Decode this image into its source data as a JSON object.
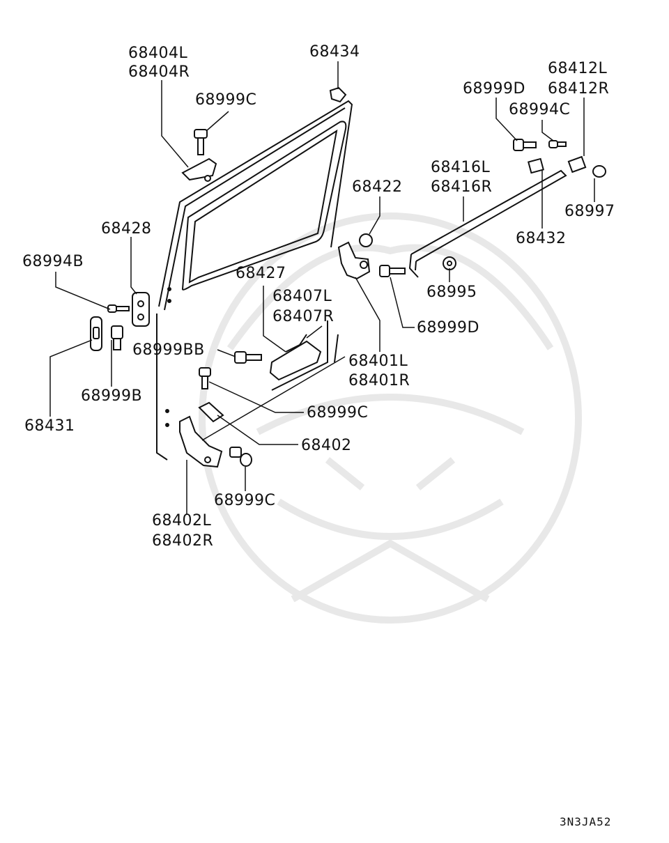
{
  "diagram_code": "3N3JA52",
  "colors": {
    "ink": "#111111",
    "watermark": "#e6e6e6"
  },
  "parts": {
    "p68404": [
      "68404L",
      "68404R"
    ],
    "p68434": "68434",
    "p68999C_top": "68999C",
    "p68412": [
      "68412L",
      "68412R"
    ],
    "p68999D_top": "68999D",
    "p68994C": "68994C",
    "p68416": [
      "68416L",
      "68416R"
    ],
    "p68422": "68422",
    "p68997": "68997",
    "p68428": "68428",
    "p68432": "68432",
    "p68994B": "68994B",
    "p68427": "68427",
    "p68407": [
      "68407L",
      "68407R"
    ],
    "p68995": "68995",
    "p68999D_mid": "68999D",
    "p68999BB": "68999BB",
    "p68401": [
      "68401L",
      "68401R"
    ],
    "p68999B": "68999B",
    "p68999C_mid": "68999C",
    "p68431": "68431",
    "p68402": "68402",
    "p68999C_low": "68999C",
    "p68402LR": [
      "68402L",
      "68402R"
    ]
  }
}
